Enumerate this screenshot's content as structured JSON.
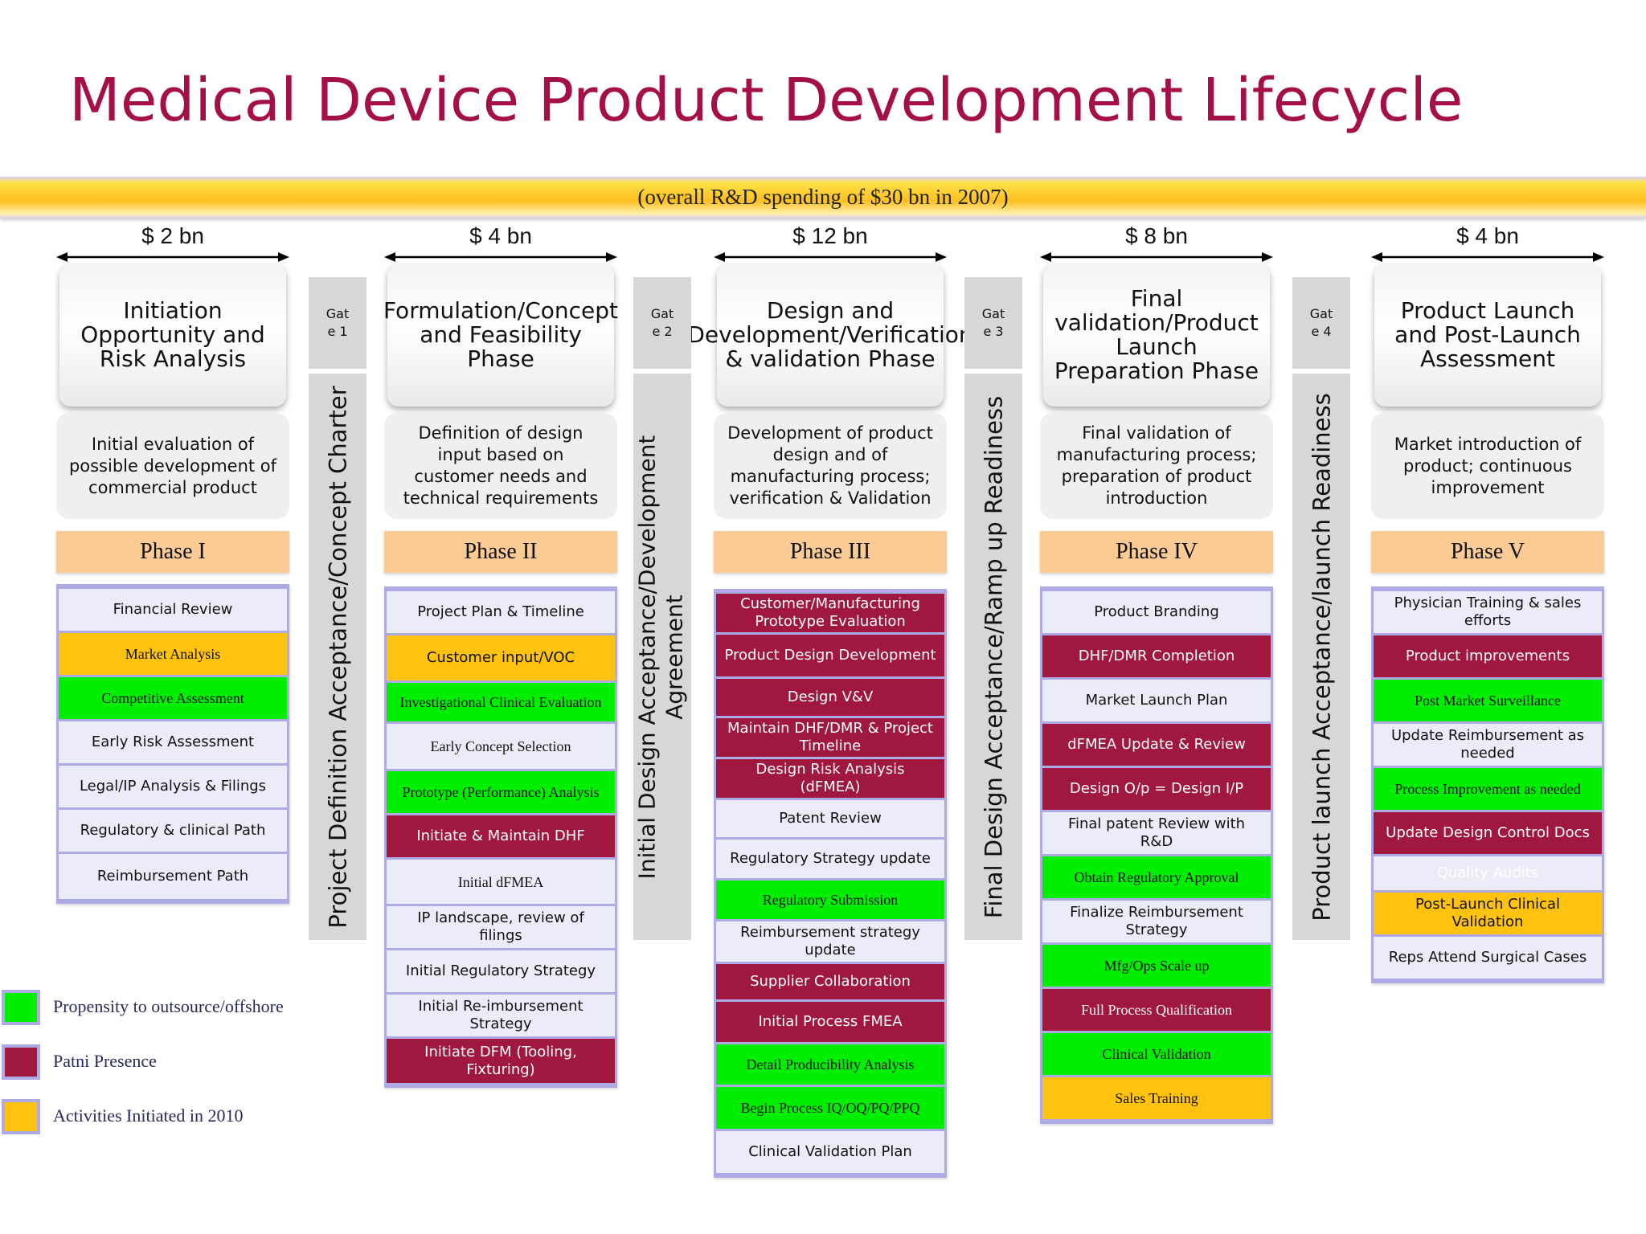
{
  "title": "Medical Device Product Development Lifecycle",
  "spending_note": "(overall R&D spending of $30 bn in 2007)",
  "phases": [
    {
      "spend": "$ 2 bn",
      "title": "Initiation Opportunity and Risk Analysis",
      "description": "Initial evaluation of possible  development of commercial product",
      "label": "Phase I",
      "activities": [
        {
          "text": "Financial Review",
          "color": "light"
        },
        {
          "text": "Market Analysis",
          "color": "yellow"
        },
        {
          "text": "Competitive Assessment",
          "color": "green"
        },
        {
          "text": "Early Risk Assessment",
          "color": "light"
        },
        {
          "text": "Legal/IP Analysis &  Filings",
          "color": "light"
        },
        {
          "text": "Regulatory & clinical Path",
          "color": "light"
        },
        {
          "text": "Reimbursement Path",
          "color": "light"
        }
      ]
    },
    {
      "spend": "$ 4 bn",
      "title": "Formulation/Concept and Feasibility Phase",
      "description": "Definition of design input based on customer needs and technical requirements",
      "label": "Phase II",
      "activities": [
        {
          "text": "Project Plan & Timeline",
          "color": "light"
        },
        {
          "text": "Customer input/VOC",
          "color": "yellow"
        },
        {
          "text": "Investigational Clinical Evaluation",
          "color": "green"
        },
        {
          "text": "Early Concept Selection",
          "color": "light"
        },
        {
          "text": "Prototype (Performance) Analysis",
          "color": "green"
        },
        {
          "text": "Initiate & Maintain DHF",
          "color": "red"
        },
        {
          "text": "Initial dFMEA",
          "color": "light"
        },
        {
          "text": "IP landscape, review of filings",
          "color": "light"
        },
        {
          "text": "Initial Regulatory Strategy",
          "color": "light"
        },
        {
          "text": "Initial Re-imbursement Strategy",
          "color": "light"
        },
        {
          "text": "Initiate DFM (Tooling, Fixturing)",
          "color": "red"
        }
      ]
    },
    {
      "spend": "$ 12 bn",
      "title": "Design and Development/Verification & validation Phase",
      "description": "Development of product design and of manufacturing process; verification & Validation",
      "label": "Phase III",
      "activities": [
        {
          "text": "Customer/Manufacturing Prototype Evaluation",
          "color": "red"
        },
        {
          "text": "Product Design Development",
          "color": "red"
        },
        {
          "text": "Design V&V",
          "color": "red"
        },
        {
          "text": "Maintain DHF/DMR & Project Timeline",
          "color": "red"
        },
        {
          "text": "Design Risk Analysis (dFMEA)",
          "color": "red"
        },
        {
          "text": "Patent Review",
          "color": "light"
        },
        {
          "text": "Regulatory Strategy update",
          "color": "light"
        },
        {
          "text": "Regulatory Submission",
          "color": "green"
        },
        {
          "text": "Reimbursement strategy update",
          "color": "light"
        },
        {
          "text": "Supplier Collaboration",
          "color": "red"
        },
        {
          "text": "Initial Process FMEA",
          "color": "red"
        },
        {
          "text": "Detail Producibility Analysis",
          "color": "green"
        },
        {
          "text": "Begin Process IQ/OQ/PQ/PPQ",
          "color": "green"
        },
        {
          "text": "Clinical Validation Plan",
          "color": "light"
        }
      ]
    },
    {
      "spend": "$ 8 bn",
      "title": "Final validation/Product Launch Preparation Phase",
      "description": "Final validation of manufacturing process; preparation of product introduction",
      "label": "Phase IV",
      "activities": [
        {
          "text": "Product Branding",
          "color": "light"
        },
        {
          "text": "DHF/DMR Completion",
          "color": "red"
        },
        {
          "text": "Market Launch Plan",
          "color": "light"
        },
        {
          "text": "dFMEA Update & Review",
          "color": "red"
        },
        {
          "text": "Design O/p = Design I/P",
          "color": "red"
        },
        {
          "text": "Final patent Review with R&D",
          "color": "light"
        },
        {
          "text": "Obtain Regulatory Approval",
          "color": "green"
        },
        {
          "text": "Finalize Reimbursement Strategy",
          "color": "light"
        },
        {
          "text": "Mfg/Ops Scale up",
          "color": "green"
        },
        {
          "text": "Full Process Qualification",
          "color": "red"
        },
        {
          "text": "Clinical Validation",
          "color": "green"
        },
        {
          "text": "Sales Training",
          "color": "yellow"
        }
      ]
    },
    {
      "spend": "$ 4 bn",
      "title": "Product Launch and Post-Launch Assessment",
      "description": "Market introduction of product; continuous improvement",
      "label": "Phase V",
      "activities": [
        {
          "text": "Physician Training & sales efforts",
          "color": "light"
        },
        {
          "text": "Product improvements",
          "color": "red"
        },
        {
          "text": "Post Market Surveillance",
          "color": "green"
        },
        {
          "text": "Update Reimbursement as needed",
          "color": "light"
        },
        {
          "text": "Process Improvement as needed",
          "color": "green"
        },
        {
          "text": "Update  Design Control Docs",
          "color": "red"
        },
        {
          "text": "Quality Audits",
          "color": "light"
        },
        {
          "text": "Post-Launch  Clinical Validation",
          "color": "yellow"
        },
        {
          "text": "Reps Attend Surgical Cases",
          "color": "light"
        }
      ]
    }
  ],
  "gates": [
    {
      "label": "Gate 1",
      "milestone": "Project Definition Acceptance/Concept Charter"
    },
    {
      "label": "Gate 2",
      "milestone": "Initial Design Acceptance/Development Agreement"
    },
    {
      "label": "Gate 3",
      "milestone": "Final Design Acceptance/Ramp up Readiness"
    },
    {
      "label": "Gate 4",
      "milestone": "Product launch Acceptance/launch Readiness"
    }
  ],
  "legend": [
    {
      "label": "Propensity to outsource/offshore",
      "color": "#00ee00"
    },
    {
      "label": "Patni Presence",
      "color": "#a0173f"
    },
    {
      "label": "Activities Initiated in 2010",
      "color": "#ffc20e"
    }
  ],
  "colors": {
    "title": "#a40f47",
    "phase_label": "#fbcb95",
    "activity_light": "#ebebfa",
    "activity_green": "#00ee00",
    "activity_red": "#a0173f",
    "activity_yellow": "#ffc20e",
    "activity_border": "#aeaae6",
    "gate": "#d7d7d7"
  }
}
